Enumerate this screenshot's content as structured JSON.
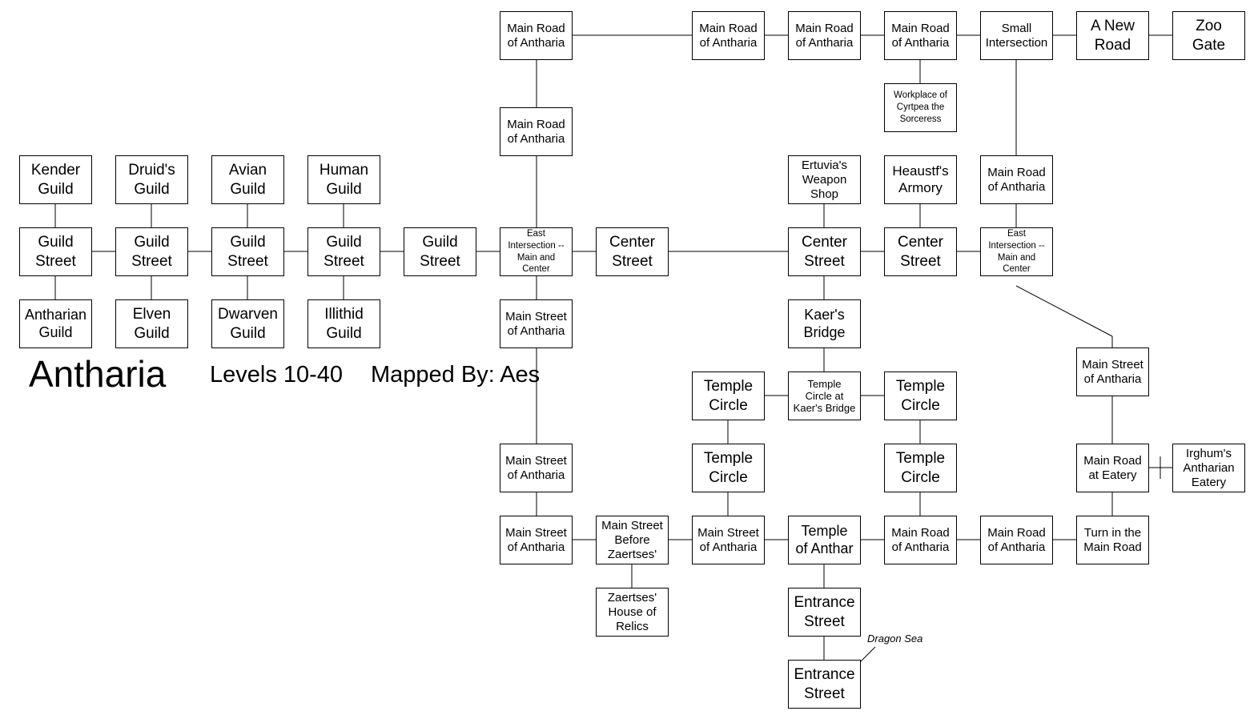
{
  "map": {
    "title": "Antharia",
    "levels": "Levels 10-40",
    "mapper": "Mapped By: Aes",
    "annotation": "Dragon Sea",
    "rooms": {
      "main_road_1": "Main Road\nof Antharia",
      "main_road_2": "Main Road\nof Antharia",
      "main_road_3": "Main Road\nof Antharia",
      "main_road_4": "Main Road\nof Antharia",
      "small_intersection": "Small\nIntersection",
      "new_road": "A New\nRoad",
      "zoo_gate": "Zoo\nGate",
      "workplace": "Workplace of\nCyrtpea the\nSorceress",
      "main_road_5": "Main Road\nof Antharia",
      "kender_guild": "Kender\nGuild",
      "druid_guild": "Druid's\nGuild",
      "avian_guild": "Avian\nGuild",
      "human_guild": "Human\nGuild",
      "ertuvia_shop": "Ertuvia's\nWeapon\nShop",
      "heaustf_armory": "Heaustf's\nArmory",
      "main_road_6": "Main Road\nof Antharia",
      "guild_street_1": "Guild\nStreet",
      "guild_street_2": "Guild\nStreet",
      "guild_street_3": "Guild\nStreet",
      "guild_street_4": "Guild\nStreet",
      "guild_street_5": "Guild\nStreet",
      "east_intersection_1": "East\nIntersection --\nMain and\nCenter",
      "center_street_1": "Center\nStreet",
      "center_street_2": "Center\nStreet",
      "center_street_3": "Center\nStreet",
      "east_intersection_2": "East\nIntersection --\nMain and\nCenter",
      "antharian_guild": "Antharian\nGuild",
      "elven_guild": "Elven\nGuild",
      "dwarven_guild": "Dwarven\nGuild",
      "illithid_guild": "Illithid\nGuild",
      "main_street_1": "Main Street\nof Antharia",
      "kaers_bridge": "Kaer's\nBridge",
      "main_street_2": "Main Street\nof Antharia",
      "temple_circle_1": "Temple\nCircle",
      "temple_circle_bridge": "Temple\nCircle at\nKaer's Bridge",
      "temple_circle_2": "Temple\nCircle",
      "main_street_3": "Main Street\nof Antharia",
      "temple_circle_3": "Temple\nCircle",
      "temple_circle_4": "Temple\nCircle",
      "main_road_eatery": "Main Road\nat Eatery",
      "irghum_eatery": "Irghum's\nAntharian\nEatery",
      "main_street_4": "Main Street\nof Antharia",
      "main_street_before": "Main Street\nBefore\nZaertses'",
      "main_street_5": "Main Street\nof Antharia",
      "temple_anthar": "Temple\nof Anthar",
      "main_road_7": "Main Road\nof Antharia",
      "main_road_8": "Main Road\nof Antharia",
      "turn_main_road": "Turn in the\nMain Road",
      "zaertses_house": "Zaertses'\nHouse of\nRelics",
      "entrance_street_1": "Entrance\nStreet",
      "entrance_street_2": "Entrance\nStreet"
    }
  }
}
